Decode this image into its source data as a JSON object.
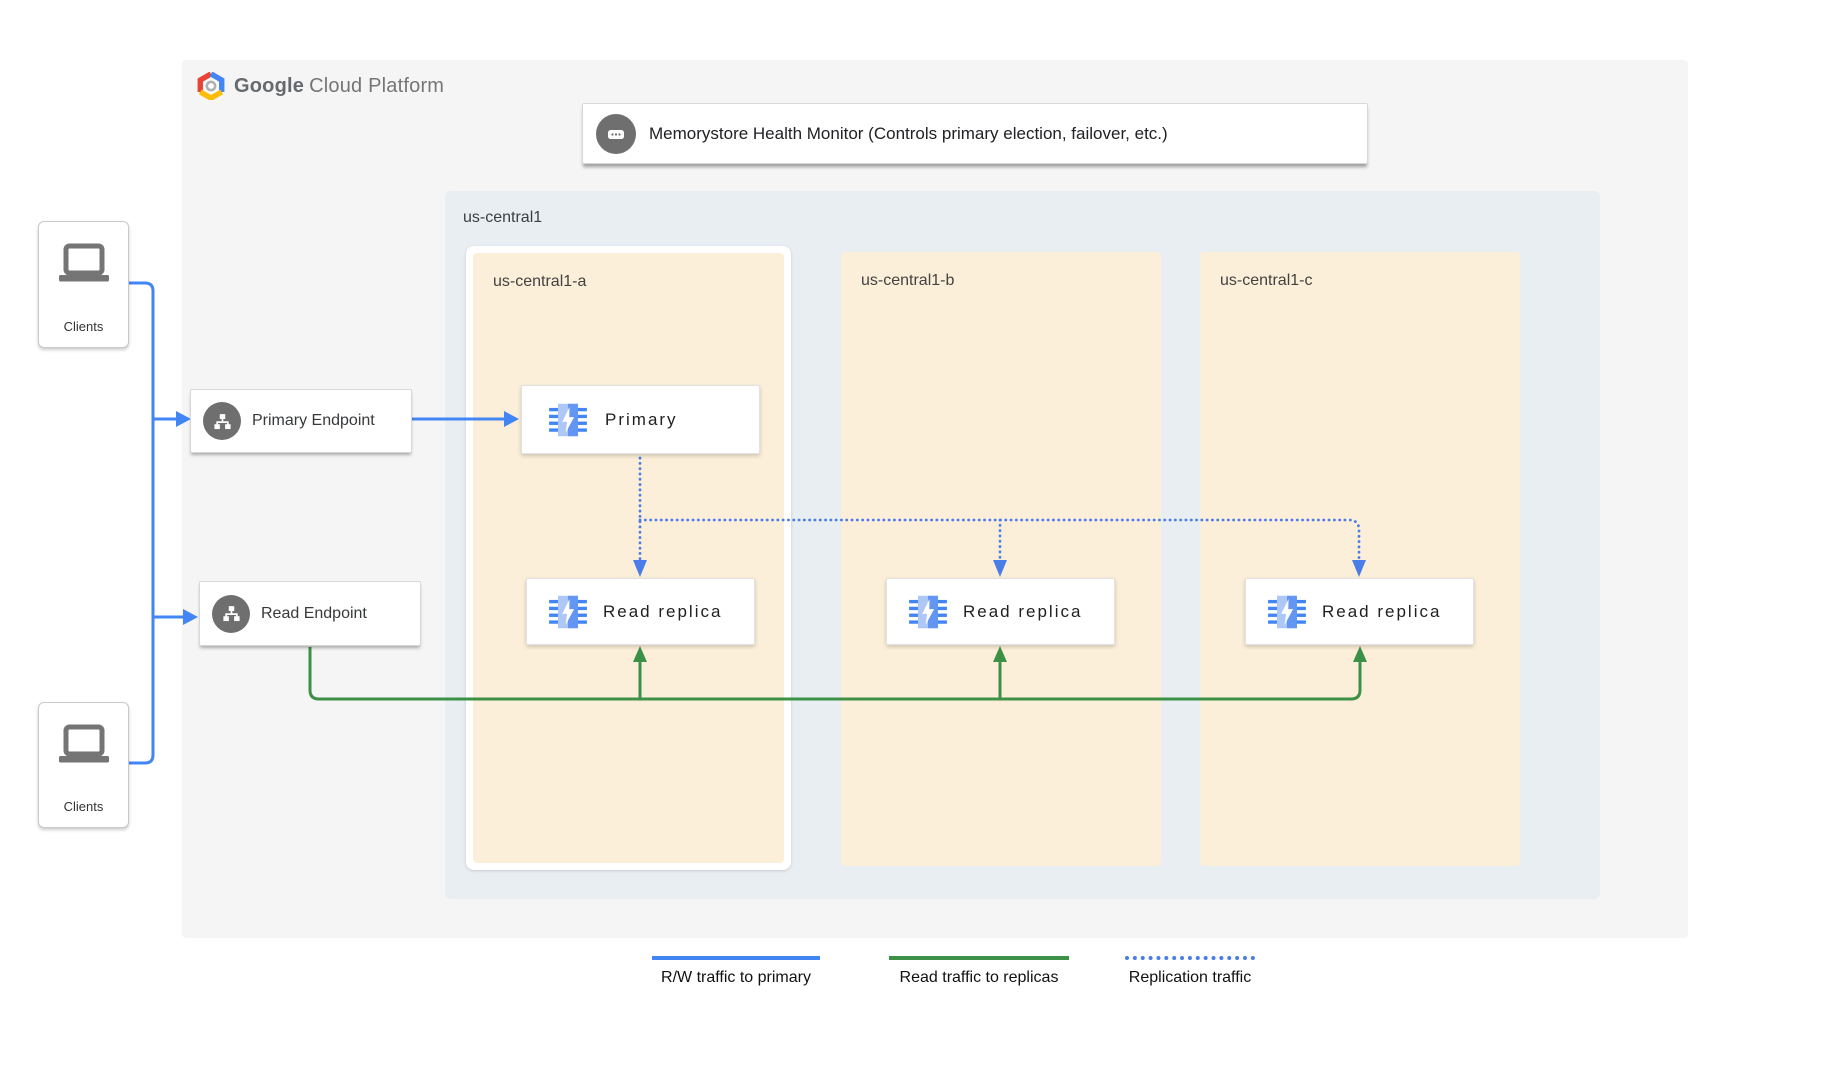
{
  "brand": {
    "name_primary": "Google",
    "name_secondary": "Cloud Platform",
    "icon": "gcp-hexagon-logo"
  },
  "health_monitor": {
    "label": "Memorystore Health Monitor (Controls primary election, failover, etc.)",
    "icon": "chat-dots-icon"
  },
  "clients": {
    "top_label": "Clients",
    "bottom_label": "Clients",
    "icon": "laptop-icon"
  },
  "endpoints": {
    "primary_label": "Primary Endpoint",
    "read_label": "Read Endpoint",
    "icon": "network-endpoint-icon"
  },
  "region": {
    "label": "us-central1"
  },
  "zones": [
    {
      "label": "us-central1-a"
    },
    {
      "label": "us-central1-b"
    },
    {
      "label": "us-central1-c"
    }
  ],
  "nodes": {
    "primary_label": "Primary",
    "replica_label": "Read replica",
    "icon": "memorystore-chip-icon"
  },
  "legend": [
    {
      "label": "R/W traffic to primary",
      "style": "solid",
      "color": "#4285f4"
    },
    {
      "label": "Read traffic to replicas",
      "style": "solid",
      "color": "#3d9146"
    },
    {
      "label": "Replication traffic",
      "style": "dotted",
      "color": "#4a7de8"
    }
  ],
  "colors": {
    "rw_traffic_blue": "#4285f4",
    "read_traffic_green": "#3d9146",
    "replication_dotted_blue": "#4a7de8",
    "panel_bg": "#f5f5f5",
    "region_bg": "#e9eef3",
    "zone_bg": "#fcefd9",
    "icon_gray": "#6f6f6f"
  }
}
